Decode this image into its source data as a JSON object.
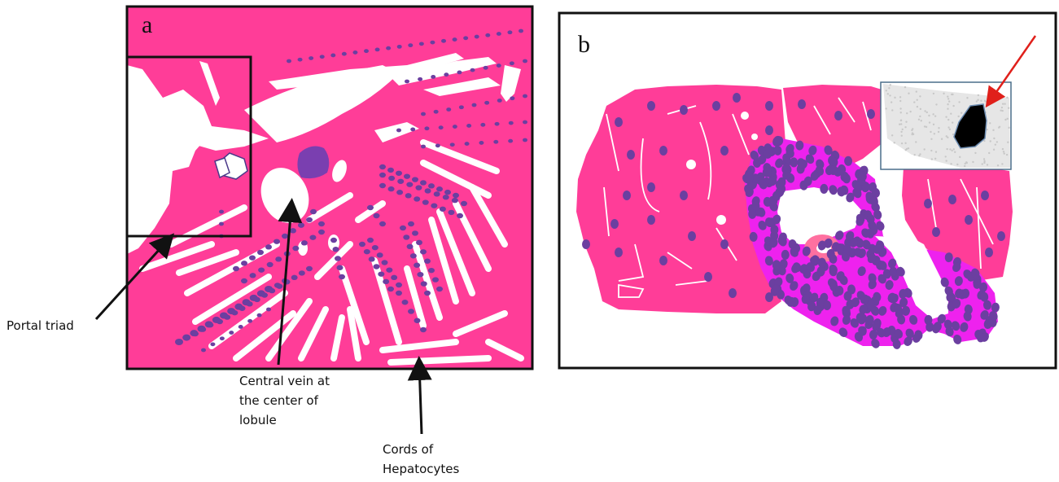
{
  "panels": {
    "a": {
      "letter": "a"
    },
    "b": {
      "letter": "b"
    }
  },
  "labels": {
    "portal_triad": "Portal triad",
    "central_vein": "Central vein at\nthe center of\nlobule",
    "hepatocyte_cords": "Cords of\nHepatocytes"
  },
  "colors": {
    "tissue_pink": "#FF3D98",
    "nuclei_purple": "#6B3FA0",
    "inflammation_magenta": "#EE22EE",
    "sinusoid_white": "#FFFFFF",
    "frame_black": "#111111",
    "arrow_red": "#E0201B",
    "inset_gray": "#E6E6E6",
    "inset_border": "#4A6E8A"
  }
}
